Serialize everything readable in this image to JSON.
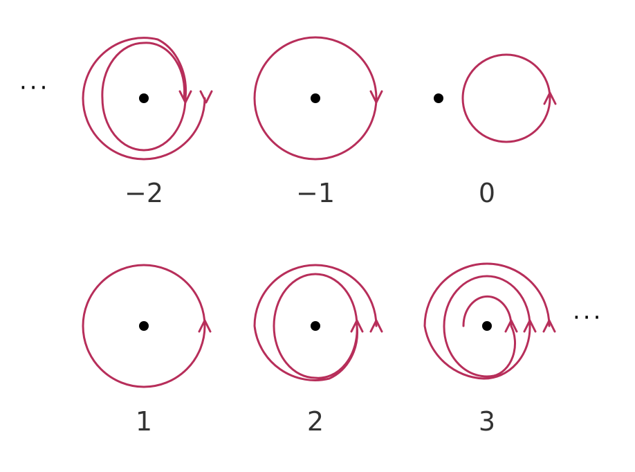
{
  "colors": {
    "curve": "#b72e5a",
    "point": "#000000",
    "text": "#333333",
    "background": "#ffffff"
  },
  "ellipsis_left": "···",
  "ellipsis_right": "···",
  "curves": [
    {
      "label": "−2",
      "winding_number": -2,
      "point_inside": true
    },
    {
      "label": "−1",
      "winding_number": -1,
      "point_inside": true
    },
    {
      "label": "0",
      "winding_number": 0,
      "point_inside": false
    },
    {
      "label": "1",
      "winding_number": 1,
      "point_inside": true
    },
    {
      "label": "2",
      "winding_number": 2,
      "point_inside": true
    },
    {
      "label": "3",
      "winding_number": 3,
      "point_inside": true
    }
  ]
}
